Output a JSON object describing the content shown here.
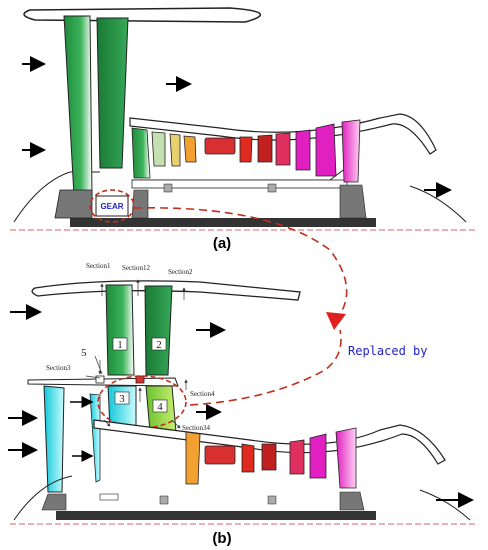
{
  "figure": {
    "caption_a": "(a)",
    "caption_b": "(b)",
    "gear_label": "GEAR",
    "replaced_by": "Replaced by",
    "section_labels": {
      "section1": "Section1",
      "section12": "Section12",
      "section2": "Section2",
      "section3": "Section3",
      "section4": "Section4",
      "section34": "Section34"
    },
    "stage_numbers": {
      "n1": "1",
      "n2": "2",
      "n3": "3",
      "n4": "4",
      "n5": "5"
    },
    "colors": {
      "fan_green": "#2e9a4a",
      "dark_green": "#1f7d3a",
      "cyan": "#22e0e8",
      "lime": "#8cd63c",
      "orange": "#f2a030",
      "red": "#e02a20",
      "magenta": "#e020c0",
      "dashed_red": "#c0301c",
      "replaced_blue": "#2222cc",
      "shaft": "#333333",
      "casing_gray": "#777777"
    }
  }
}
